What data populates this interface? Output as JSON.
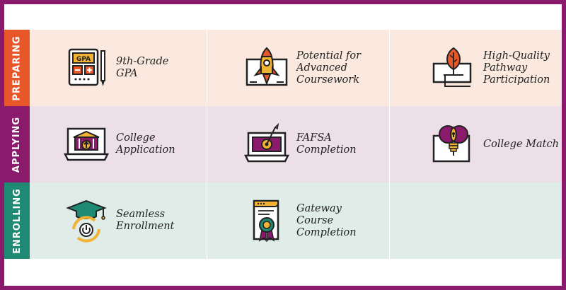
{
  "colors": {
    "frame": "#8a1a6b",
    "preparing_tab": "#e8572a",
    "preparing_bg": "#fbe9df",
    "applying_tab": "#8a1a6b",
    "applying_bg": "#ecdfe8",
    "enrolling_tab": "#1f8a74",
    "enrolling_bg": "#dfece8"
  },
  "rows": [
    {
      "tab": "PREPARING",
      "cells": [
        {
          "icon": "gpa-calculator-icon",
          "label": "9th-Grade\nGPA",
          "badge": "GPA"
        },
        {
          "icon": "rocket-icon",
          "label": "Potential for\nAdvanced\nCoursework"
        },
        {
          "icon": "growing-leaf-icon",
          "label": "High-Quality\nPathway\nParticipation"
        }
      ]
    },
    {
      "tab": "APPLYING",
      "cells": [
        {
          "icon": "college-laptop-icon",
          "label": "College\nApplication"
        },
        {
          "icon": "target-laptop-icon",
          "label": "FAFSA\nCompletion"
        },
        {
          "icon": "lightbulb-match-icon",
          "label": "College Match"
        }
      ]
    },
    {
      "tab": "ENROLLING",
      "cells": [
        {
          "icon": "graduation-cap-icon",
          "label": "Seamless\nEnrollment"
        },
        {
          "icon": "certificate-scroll-icon",
          "label": "Gateway\nCourse\nCompletion"
        }
      ]
    }
  ]
}
